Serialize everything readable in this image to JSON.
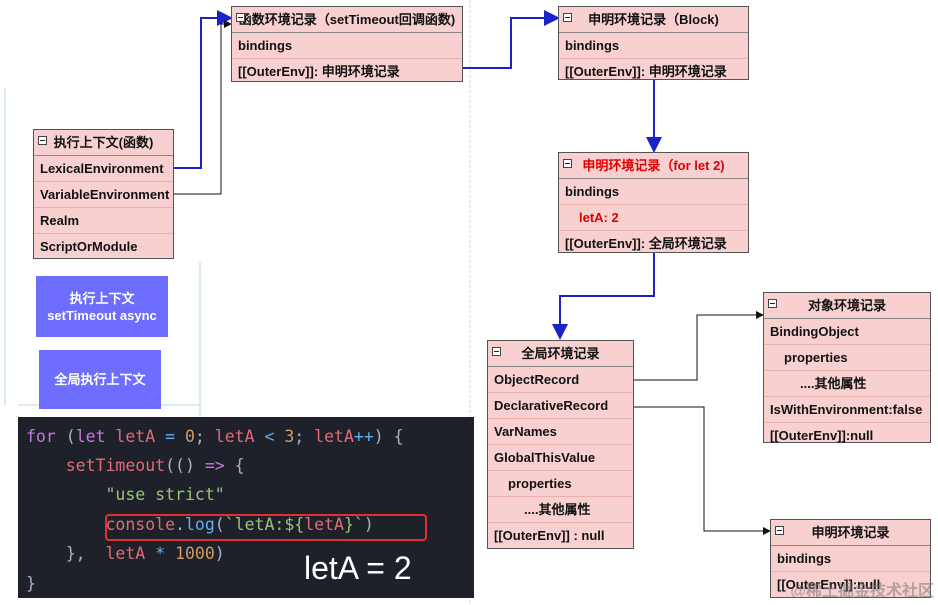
{
  "exec_context": {
    "title": "执行上下文(函数)",
    "rows": [
      "LexicalEnvironment",
      "VariableEnvironment",
      "Realm",
      "ScriptOrModule"
    ]
  },
  "context_buttons": [
    {
      "line1": "执行上下文",
      "line2": "setTimeout async"
    },
    {
      "line1": "全局执行上下文"
    }
  ],
  "func_env": {
    "title": "函数环境记录（setTimeout回调函数)",
    "rows": [
      "bindings",
      "[[OuterEnv]]:  申明环境记录"
    ]
  },
  "block_env": {
    "title": "申明环境记录（Block)",
    "rows": [
      "bindings",
      "[[OuterEnv]]:  申明环境记录"
    ]
  },
  "for_let_env": {
    "title": "申明环境记录（for let 2)",
    "rows": [
      "bindings",
      "letA: 2",
      "[[OuterEnv]]: 全局环境记录"
    ]
  },
  "global_env": {
    "title": "全局环境记录",
    "rows": [
      "ObjectRecord",
      "DeclarativeRecord",
      "VarNames",
      "GlobalThisValue",
      "properties",
      "....其他属性",
      "[[OuterEnv]] :    null"
    ]
  },
  "object_env": {
    "title": "对象环境记录",
    "rows": [
      "BindingObject",
      "properties",
      "....其他属性",
      "IsWithEnvironment:false",
      "[[OuterEnv]]:null"
    ]
  },
  "decl_env": {
    "title": "申明环境记录",
    "rows": [
      "bindings",
      "[[OuterEnv]]:null"
    ]
  },
  "code": {
    "lines": [
      "for (let letA = 0; letA < 3; letA++) {",
      "    setTimeout(() => {",
      "        \"use strict\"",
      "        console.log(`letA:${letA}`)",
      "    },  letA * 1000)",
      "}"
    ],
    "result": "letA = 2"
  },
  "watermark": "@稀土掘金技术社区",
  "colors": {
    "node_fill": "#f8d0d0",
    "arrow_blue": "#1a22c8",
    "button_fill": "#6d6dff",
    "highlight_red": "#e00000",
    "code_bg": "#1e2129"
  }
}
